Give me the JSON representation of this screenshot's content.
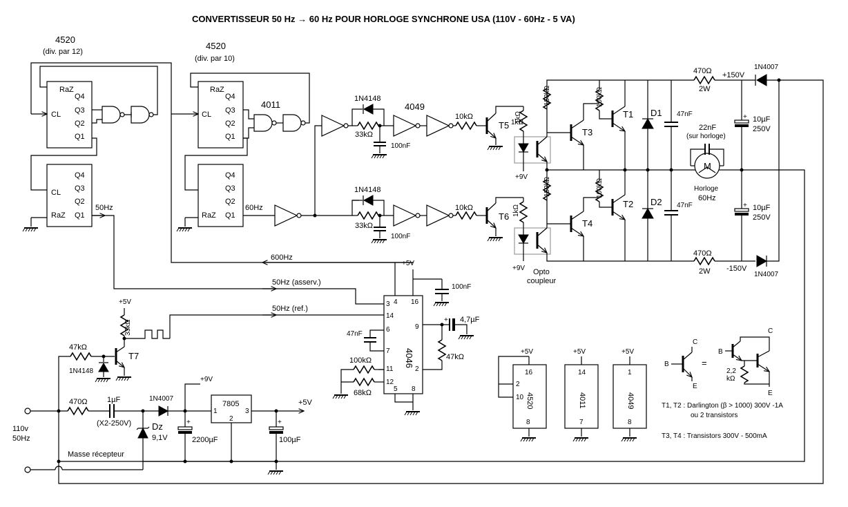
{
  "title": "CONVERTISSEUR  50 Hz → 60 Hz  POUR  HORLOGE  SYNCHRONE  USA      (110V - 60Hz - 5 VA)",
  "chips": {
    "c1_name": "4520",
    "c1_sub": "(div. par 12)",
    "c2_name": "4520",
    "c2_sub": "(div. par 10)",
    "gate_4011": "4011",
    "gate_4049": "4049",
    "pll": "4046",
    "reg": "7805"
  },
  "pins": {
    "raz": "RaZ",
    "cl": "CL",
    "q4": "Q4",
    "q3": "Q3",
    "q2": "Q2",
    "q1": "Q1",
    "p3": "3",
    "p4": "4",
    "p16": "16",
    "p14": "14",
    "p6": "6",
    "p7": "7",
    "p11": "11",
    "p12": "12",
    "p5": "5",
    "p8": "8",
    "p9": "9",
    "p2": "2",
    "r1": "1",
    "r2": "2",
    "r3": "3"
  },
  "signals": {
    "f50a": "50Hz",
    "f60a": "60Hz",
    "f600": "600Hz",
    "f50asserv": "50Hz (asserv.)",
    "f50ref": "50Hz (ref.)"
  },
  "parts": {
    "d_1n4148": "1N4148",
    "r_33k": "33kΩ",
    "c_100nf": "100nF",
    "r_10k": "10kΩ",
    "t5": "T5",
    "t6": "T6",
    "r_1k": "1kΩ",
    "plus9": "+9V",
    "opto1": "Opto",
    "opto2": "coupleur",
    "r_150k": "150kΩ",
    "r_100k": "100kΩ",
    "t3": "T3",
    "t4": "T4",
    "t1": "T1",
    "t2": "T2",
    "d1": "D1",
    "d2": "D2",
    "c_47nf": "47nF",
    "r_470": "470Ω",
    "w2": "2W",
    "p150": "+150V",
    "m150": "-150V",
    "d_1n4007": "1N4007",
    "c_10uf": "10µF",
    "v250": "250V",
    "c_22nf": "22nF",
    "sur_horloge": "(sur horloge)",
    "m": "M",
    "horloge": "Horloge",
    "hz60": "60Hz",
    "plus5": "+5V",
    "c_4_7uf": "4,7µF",
    "r_47k": "47kΩ",
    "r_100k2": "100kΩ",
    "r_68k": "68kΩ",
    "r_33k_t7": "33kΩ",
    "r_47k_t7": "47kΩ",
    "t7": "T7",
    "r_470b": "470Ω",
    "c_1uf": "1µF",
    "x2": "(X2-250V)",
    "dz": "Dz",
    "v91": "9,1V",
    "c_2200": "2200µF",
    "c_100uf": "100µF",
    "v110": "110v",
    "hz50": "50Hz",
    "masse": "Masse récepteur"
  },
  "power": {
    "ic_a": "4520",
    "ic_b": "4011",
    "ic_c": "4049",
    "a16": "16",
    "a2": "2",
    "a10": "10",
    "a8": "8",
    "b14": "14",
    "b7": "7",
    "c1": "1",
    "c8": "8"
  },
  "legend": {
    "b": "B",
    "c": "C",
    "e": "E",
    "eq": "=",
    "r22": "2,2",
    "rk": "kΩ",
    "note1": "T1, T2 : Darlington (β > 1000)  300V -1A",
    "note2": "ou  2 transistors",
    "note3": "T3, T4 : Transistors 300V - 500mA"
  }
}
